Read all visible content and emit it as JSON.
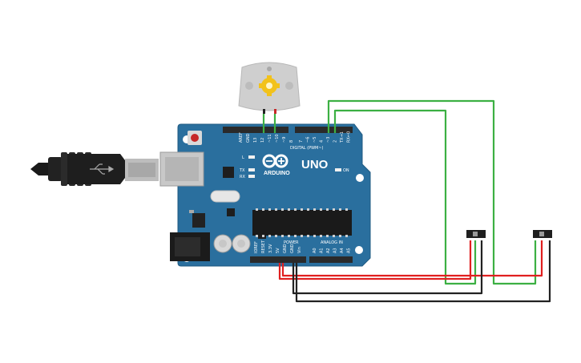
{
  "board": {
    "brand": "ARDUINO",
    "model": "UNO",
    "digital_header": "DIGITAL (PWM~)",
    "power_header": "POWER",
    "analog_header": "ANALOG IN",
    "led_l": "L",
    "led_tx": "TX",
    "led_rx": "RX",
    "led_on": "ON",
    "digital_pins": [
      "AREF",
      "GND",
      "13",
      "12",
      "~11",
      "~10",
      "~9",
      "8",
      "7",
      "~6",
      "~5",
      "4",
      "~3",
      "2",
      "TX→1",
      "RX←0"
    ],
    "power_pins": [
      "IOREF",
      "RESET",
      "3.3V",
      "5V",
      "GND",
      "GND",
      "Vin"
    ],
    "analog_pins": [
      "A0",
      "A1",
      "A2",
      "A3",
      "A4",
      "A5"
    ]
  },
  "colors": {
    "board": "#2a6f9e",
    "board_edge": "#1f5a82",
    "wire_green": "#3cb043",
    "wire_red": "#e02020",
    "wire_black": "#222222",
    "motor_body": "#cfcfcf",
    "motor_gear": "#f2c21b"
  }
}
